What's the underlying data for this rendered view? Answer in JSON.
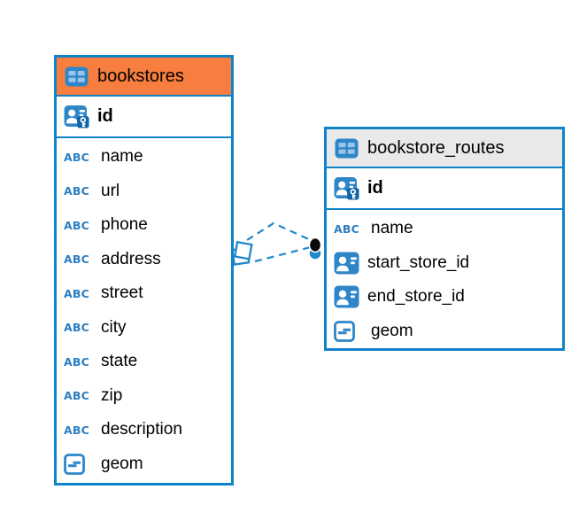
{
  "canvas": {
    "background": "#FFFFFF"
  },
  "colors": {
    "table_border": "#1084C8",
    "bookstores_header": "#F77E3F",
    "routes_header": "#E9E9E9",
    "icon_blue": "#2E86C8",
    "icon_cell_light_blue": "#9AC4E8",
    "key_badge_blue": "#0F64A8",
    "abc_type_blue": "#2E7FC1",
    "relationship_line_blue": "#1E88C9",
    "text": "#000000"
  },
  "icons": {
    "table_icon": "table-grid",
    "primary_key_icon": "person-id-card-with-key",
    "reference_icon": "person-id-card",
    "text_type_label": "ABC",
    "geometry_icon": "rounded-square-with-offset-dashes",
    "many_end_marker": "stacked-rotated-squares",
    "one_end_marker": "stacked-dots-black-over-blue"
  },
  "tables": {
    "bookstores": {
      "title": "bookstores",
      "header_color": "#F77E3F",
      "primary_key": {
        "name": "id"
      },
      "columns": [
        {
          "name": "name",
          "type": "text"
        },
        {
          "name": "url",
          "type": "text"
        },
        {
          "name": "phone",
          "type": "text"
        },
        {
          "name": "address",
          "type": "text"
        },
        {
          "name": "street",
          "type": "text"
        },
        {
          "name": "city",
          "type": "text"
        },
        {
          "name": "state",
          "type": "text"
        },
        {
          "name": "zip",
          "type": "text"
        },
        {
          "name": "description",
          "type": "text"
        },
        {
          "name": "geom",
          "type": "geometry"
        }
      ]
    },
    "bookstore_routes": {
      "title": "bookstore_routes",
      "header_color": "#E9E9E9",
      "primary_key": {
        "name": "id"
      },
      "columns": [
        {
          "name": "name",
          "type": "text"
        },
        {
          "name": "start_store_id",
          "type": "reference"
        },
        {
          "name": "end_store_id",
          "type": "reference"
        },
        {
          "name": "geom",
          "type": "geometry"
        }
      ]
    }
  },
  "relationships": [
    {
      "from_table": "bookstore_routes",
      "to_table": "bookstores",
      "line_style": "dashed"
    },
    {
      "from_table": "bookstore_routes",
      "to_table": "bookstores",
      "line_style": "dashed"
    }
  ]
}
